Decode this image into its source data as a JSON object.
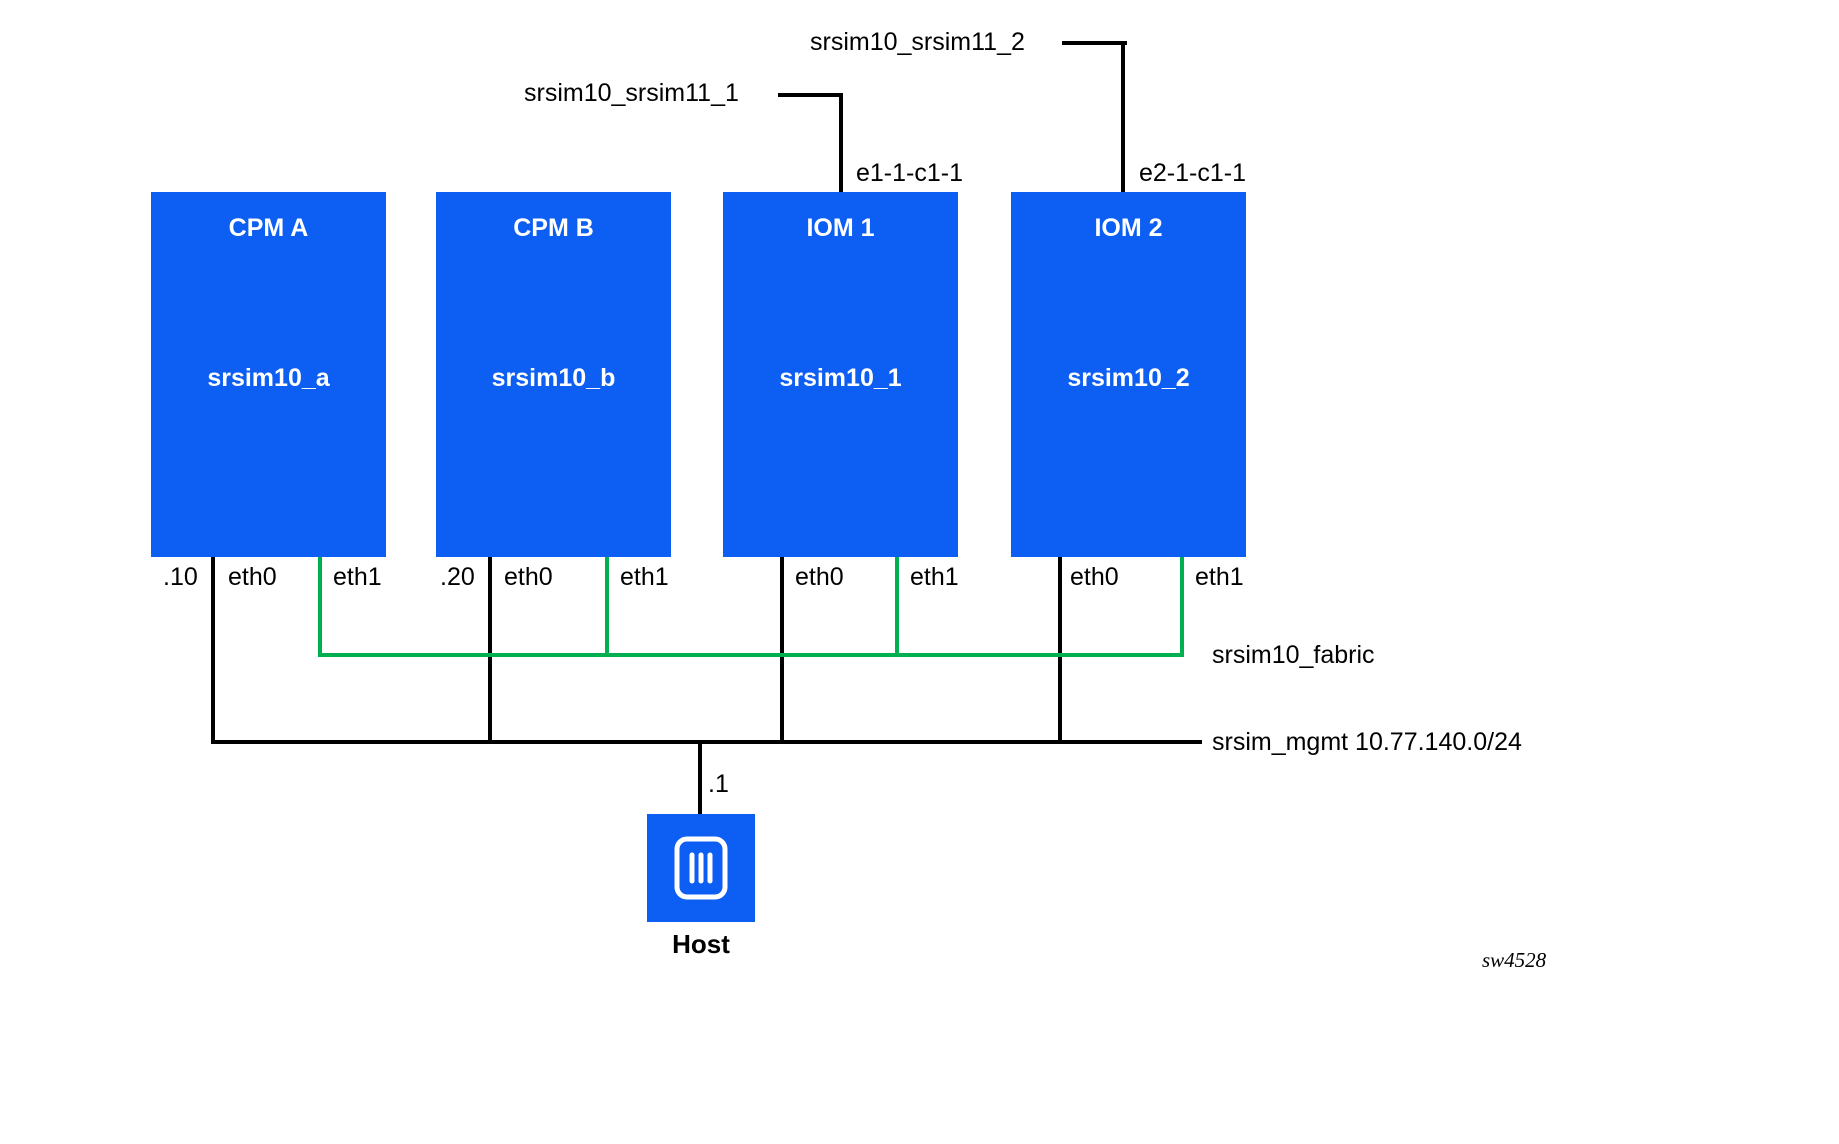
{
  "nodes": [
    {
      "title": "CPM A",
      "name": "srsim10_a",
      "mgmt_ip": ".10",
      "ports": {
        "eth0": "eth0",
        "eth1": "eth1"
      }
    },
    {
      "title": "CPM B",
      "name": "srsim10_b",
      "mgmt_ip": ".20",
      "ports": {
        "eth0": "eth0",
        "eth1": "eth1"
      }
    },
    {
      "title": "IOM 1",
      "name": "srsim10_1",
      "ports": {
        "eth0": "eth0",
        "eth1": "eth1"
      }
    },
    {
      "title": "IOM 2",
      "name": "srsim10_2",
      "ports": {
        "eth0": "eth0",
        "eth1": "eth1"
      }
    }
  ],
  "external_links": [
    {
      "network": "srsim10_srsim11_1",
      "port": "e1-1-c1-1"
    },
    {
      "network": "srsim10_srsim11_2",
      "port": "e2-1-c1-1"
    }
  ],
  "networks": {
    "fabric": {
      "label": "srsim10_fabric"
    },
    "mgmt": {
      "label": "srsim_mgmt 10.77.140.0/24"
    }
  },
  "host": {
    "label": "Host",
    "mgmt_ip": ".1"
  },
  "figure_id": "sw4528",
  "colors": {
    "node_fill": "#0d5ef2",
    "node_text": "#ffffff",
    "fabric": "#00b050",
    "line": "#000000"
  }
}
